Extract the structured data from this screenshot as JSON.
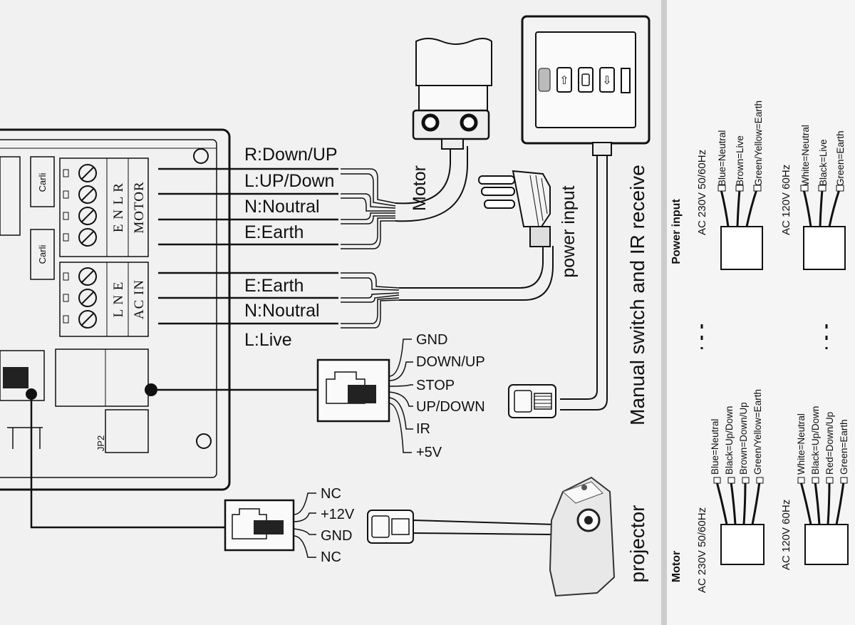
{
  "board": {
    "brand_top": "Carli",
    "brand_bottom": "Carli",
    "motor_terminals": "E N L R",
    "motor_label": "MOTOR",
    "ac_terminals": "L N E",
    "ac_label": "AC IN",
    "jumper_label": "JP2"
  },
  "motor_wires": {
    "r": "R:Down/UP",
    "l": "L:UP/Down",
    "n": "N:Noutral",
    "e": "E:Earth"
  },
  "power_wires": {
    "e": "E:Earth",
    "n": "N:Noutral",
    "l": "L:Live"
  },
  "rj_pins": [
    "GND",
    "DOWN/UP",
    "STOP",
    "UP/DOWN",
    "IR",
    "+5V"
  ],
  "proj_pins": [
    "NC",
    "+12V",
    "GND",
    "NC"
  ],
  "labels": {
    "motor": "Motor",
    "power_input": "power input",
    "switch": "Manual switch and IR receive",
    "projector": "projector"
  },
  "legend": {
    "power_title": "Power input",
    "power_230_voltage": "AC 230V 50/60Hz",
    "power_230_colors": [
      "Blue=Neutral",
      "Brown=Live",
      "Green/Yellow=Earth"
    ],
    "power_120_voltage": "AC 120V 60Hz",
    "power_120_colors": [
      "White=Neutral",
      "Black=Live",
      "Green=Earth"
    ],
    "motor_title": "Motor",
    "motor_230_voltage": "AC 230V 50/60Hz",
    "motor_230_colors": [
      "Blue=Neutral",
      "Black=Up/Down",
      "Brown=Down/Up",
      "Green/Yellow=Earth"
    ],
    "motor_120_voltage": "AC 120V 60Hz",
    "motor_120_colors": [
      "White=Neutral",
      "Black=Up/Down",
      "Red=Down/Up",
      "Green=Earth"
    ]
  }
}
